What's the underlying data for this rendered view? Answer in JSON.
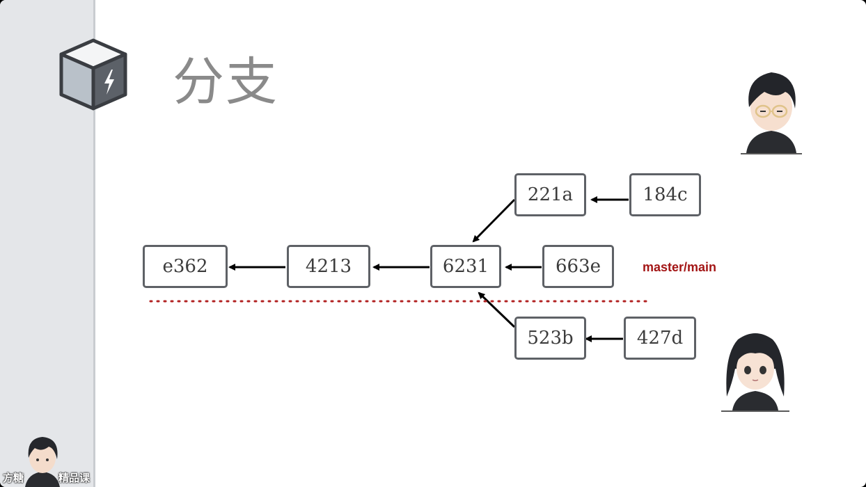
{
  "slide": {
    "title": "分支",
    "branch_label": "master/main",
    "branch_label_color": "#a31515"
  },
  "commits": {
    "e362": "e362",
    "c4213": "4213",
    "c6231": "6231",
    "c663e": "663e",
    "c221a": "221a",
    "c184c": "184c",
    "c523b": "523b",
    "c427d": "427d"
  },
  "watermark": {
    "left": "方糖",
    "right": "精品课"
  },
  "icons": {
    "logo": "git-cube-lightning-icon",
    "avatar_top": "boy-with-glasses-avatar",
    "avatar_bottom": "girl-avatar",
    "avatar_corner": "presenter-avatar"
  }
}
